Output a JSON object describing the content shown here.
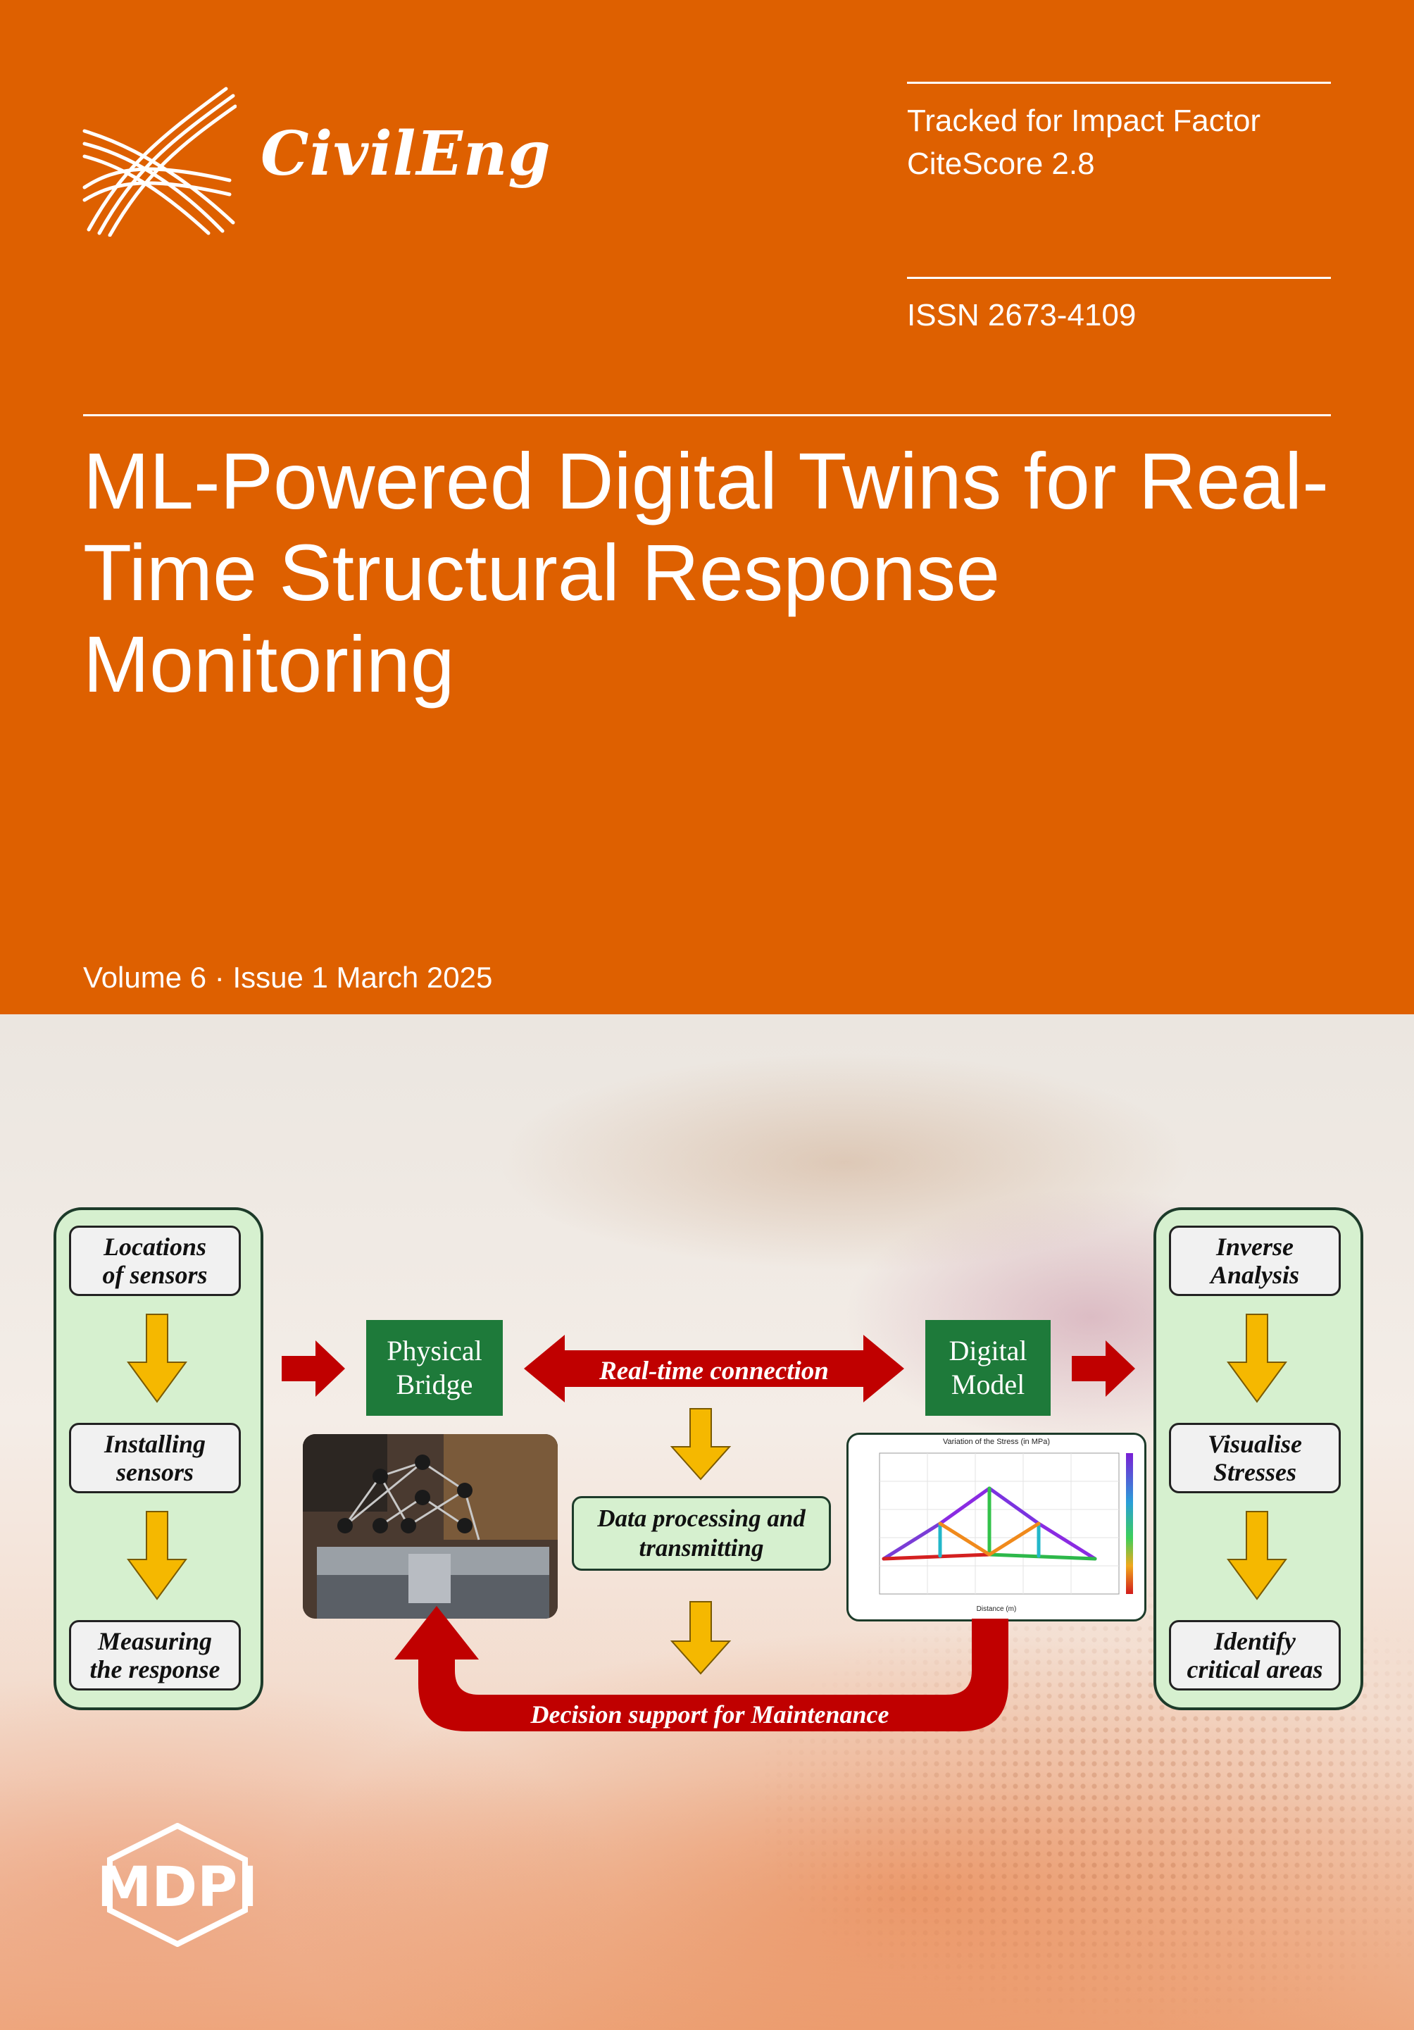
{
  "journal": {
    "name": "CivilEng"
  },
  "metrics": {
    "line1": "Tracked for Impact Factor",
    "line2": "CiteScore 2.8",
    "issn": "ISSN 2673-4109"
  },
  "article": {
    "title": "ML-Powered Digital Twins for Real-Time Structural Response Monitoring"
  },
  "issue": {
    "text": "Volume 6 · Issue 1 March 2025"
  },
  "diagram": {
    "left_steps": [
      "Locations\nof sensors",
      "Installing\nsensors",
      "Measuring\nthe response"
    ],
    "right_steps": [
      "Inverse\nAnalysis",
      "Visualise\nStresses",
      "Identify\ncritical areas"
    ],
    "physical": "Physical\nBridge",
    "digital": "Digital\nModel",
    "connection": "Real-time connection",
    "processing": "Data processing and\ntransmitting",
    "decision": "Decision support for Maintenance",
    "plot_title": "Variation of the Stress (in MPa)",
    "plot_xlabel": "Distance (m)"
  },
  "publisher": {
    "name": "MDPI"
  },
  "colors": {
    "orange": "#DE6000",
    "green_box": "#1E7A3A",
    "panel_green": "#D6F0CF",
    "arrow_red": "#C00000",
    "arrow_yellow": "#F5B800"
  }
}
